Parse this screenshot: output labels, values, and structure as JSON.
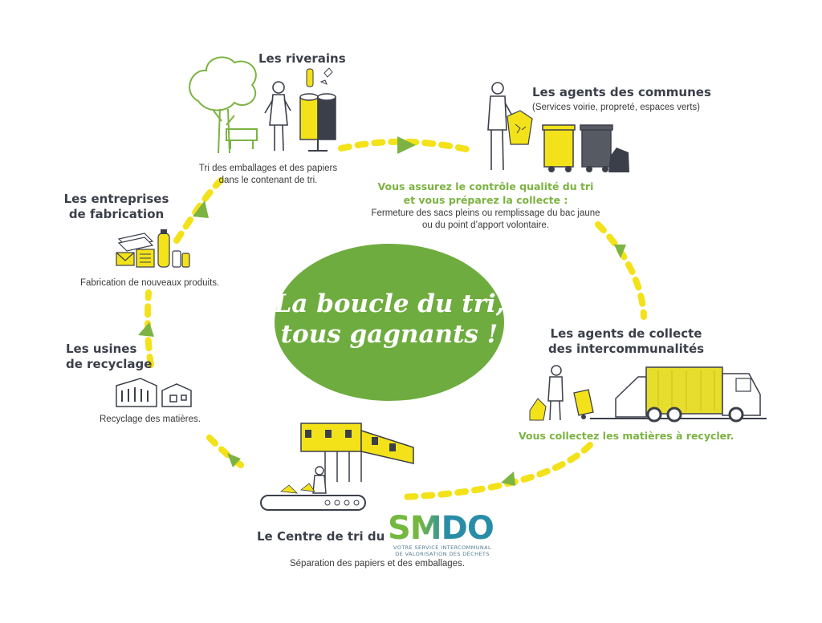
{
  "center": {
    "line1": "La boucle du tri,",
    "line2": "tous gagnants !"
  },
  "riverains": {
    "title": "Les riverains",
    "desc_line1": "Tri des emballages et des papiers",
    "desc_line2": "dans le contenant de tri."
  },
  "agents_communes": {
    "title": "Les agents des communes",
    "subtitle": "(Services voirie, propreté, espaces verts)",
    "green_line1": "Vous assurez le contrôle qualité du tri",
    "green_line2": "et vous préparez la collecte :",
    "desc_line1": "Fermeture des sacs pleins ou remplissage du bac jaune",
    "desc_line2": "ou du point d’apport volontaire."
  },
  "agents_collecte": {
    "title_line1": "Les agents de collecte",
    "title_line2": "des intercommunalités",
    "green": "Vous collectez les matières à recycler."
  },
  "centre_tri": {
    "title": "Le Centre de tri du",
    "logo_word": "SMDO",
    "logo_sub1": "VOTRE SERVICE INTERCOMMUNAL",
    "logo_sub2": "DE VALORISATION DES DÉCHETS",
    "desc": "Séparation des papiers et des emballages."
  },
  "usines": {
    "title_line1": "Les usines",
    "title_line2": "de recyclage",
    "desc": "Recyclage des matières."
  },
  "entreprises": {
    "title_line1": "Les entreprises",
    "title_line2": "de fabrication",
    "desc": "Fabrication de nouveaux produits."
  },
  "colors": {
    "green": "#7cb342",
    "ellipse": "#6fac3f",
    "yellow": "#f3e21a",
    "dark": "#3b3f4a",
    "truck": "#e7dd2c",
    "smdo_teal": "#2a8da7",
    "smdo_green": "#74b83f"
  }
}
